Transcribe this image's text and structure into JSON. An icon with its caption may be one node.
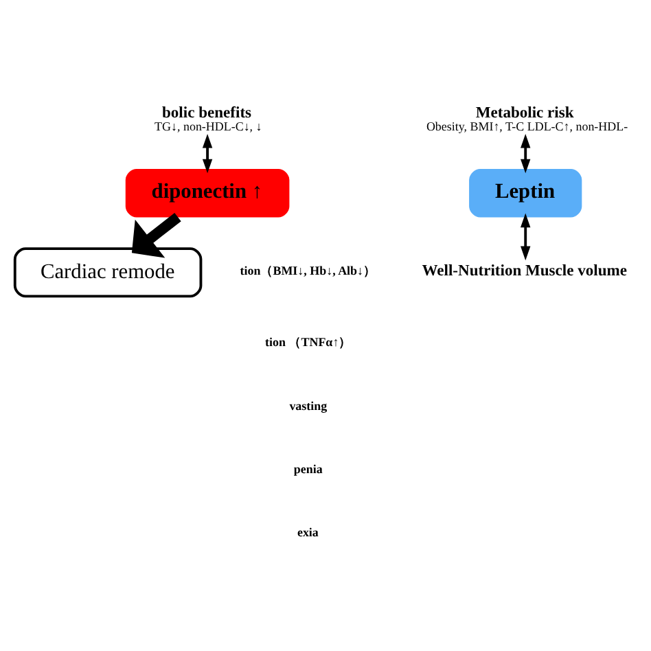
{
  "diagram": {
    "nodes": [
      {
        "text": [
          "bolic benefits",
          "TG↓, non-HDL-C↓, ↓"
        ]
      },
      {
        "text": [
          "Metabolic risk",
          "Obesity, BMI↑, T-C LDL-C↑, non-HDL-"
        ]
      },
      {
        "text": [
          "diponectin ↑"
        ]
      },
      {
        "text": [
          "Leptin"
        ]
      },
      {
        "text": [
          "Well-Nutrition Muscle volume"
        ]
      },
      {
        "text": [
          "Cardiac remode"
        ]
      }
    ],
    "edges": [
      {
        "from": 0,
        "to": 2,
        "arrow": "both"
      },
      {
        "from": 1,
        "to": 3,
        "arrow": "both"
      },
      {
        "from": 3,
        "to": 4,
        "arrow": "both"
      },
      {
        "from": 2,
        "to": 5,
        "arrow": "to",
        "style": "thick"
      }
    ],
    "labels": [
      "tion（BMI↓, Hb↓, Alb↓）",
      "tion （TNFα↑）",
      "vasting",
      "penia",
      "exia"
    ]
  }
}
